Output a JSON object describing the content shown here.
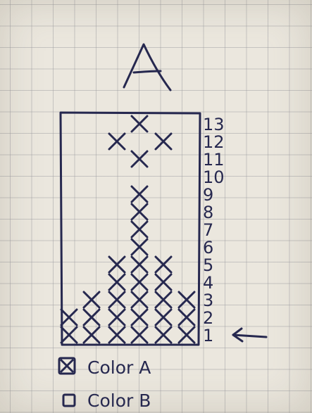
{
  "title": "A",
  "chart": {
    "rows": [
      {
        "label": "13",
        "stitched": [
          4
        ]
      },
      {
        "label": "12",
        "stitched": [
          3,
          5
        ]
      },
      {
        "label": "11",
        "stitched": [
          4
        ]
      },
      {
        "label": "10",
        "stitched": []
      },
      {
        "label": "9",
        "stitched": [
          4
        ]
      },
      {
        "label": "8",
        "stitched": [
          4
        ]
      },
      {
        "label": "7",
        "stitched": [
          4
        ]
      },
      {
        "label": "6",
        "stitched": [
          4
        ]
      },
      {
        "label": "5",
        "stitched": [
          3,
          4,
          5
        ]
      },
      {
        "label": "4",
        "stitched": [
          3,
          4,
          5
        ]
      },
      {
        "label": "3",
        "stitched": [
          2,
          3,
          4,
          5,
          6
        ]
      },
      {
        "label": "2",
        "stitched": [
          1,
          2,
          3,
          4,
          5,
          6
        ]
      },
      {
        "label": "1",
        "stitched": [
          1,
          2,
          3,
          4,
          5,
          6
        ]
      }
    ],
    "columns": 6,
    "start_row": "1"
  },
  "legend": [
    {
      "symbol": "crossed-box",
      "label": "Color A"
    },
    {
      "symbol": "empty-box",
      "label": "Color B"
    }
  ],
  "colors": {
    "ink": "#26284f",
    "paper": "#ebe7de"
  }
}
